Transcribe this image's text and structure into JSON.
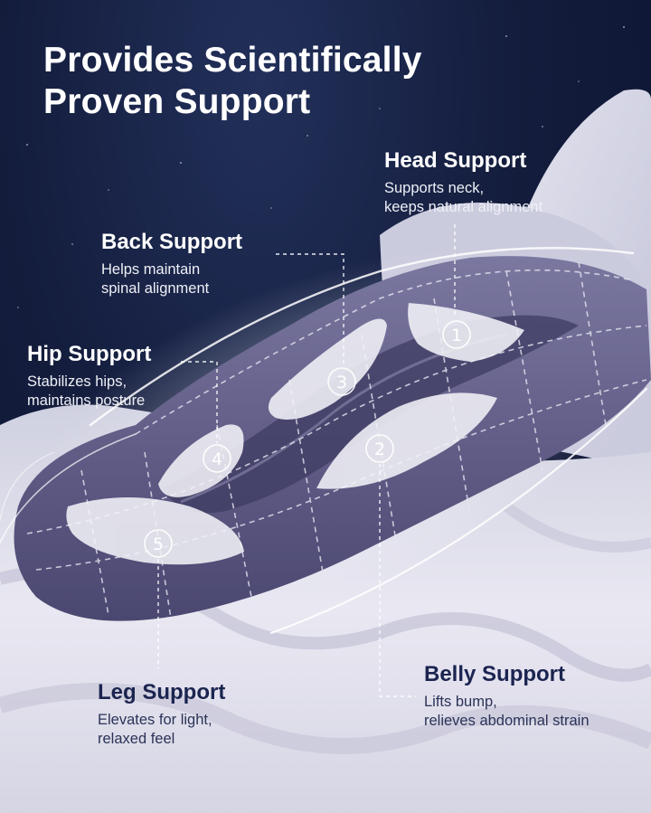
{
  "headline": {
    "line1": "Provides Scientifically",
    "line2": "Proven Support"
  },
  "callouts": {
    "head": {
      "title": "Head Support",
      "desc1": "Supports neck,",
      "desc2": "keeps natural alignment"
    },
    "back": {
      "title": "Back Support",
      "desc1": "Helps maintain",
      "desc2": "spinal alignment"
    },
    "hip": {
      "title": "Hip Support",
      "desc1": "Stabilizes hips,",
      "desc2": "maintains posture"
    },
    "leg": {
      "title": "Leg Support",
      "desc1": "Elevates for light,",
      "desc2": "relaxed feel"
    },
    "belly": {
      "title": "Belly Support",
      "desc1": "Lifts bump,",
      "desc2": "relieves abdominal strain"
    }
  },
  "zones": {
    "z1": "1",
    "z2": "2",
    "z3": "3",
    "z4": "4",
    "z5": "5"
  },
  "colors": {
    "sky_top": "#22305a",
    "sky_bottom": "#0c1230",
    "pillow": "#615d86",
    "bedding": "#e7e6f0",
    "text_light": "#ffffff",
    "text_dark": "#1b2450"
  },
  "icons": {
    "zone_markers": "circled-number-icon"
  }
}
